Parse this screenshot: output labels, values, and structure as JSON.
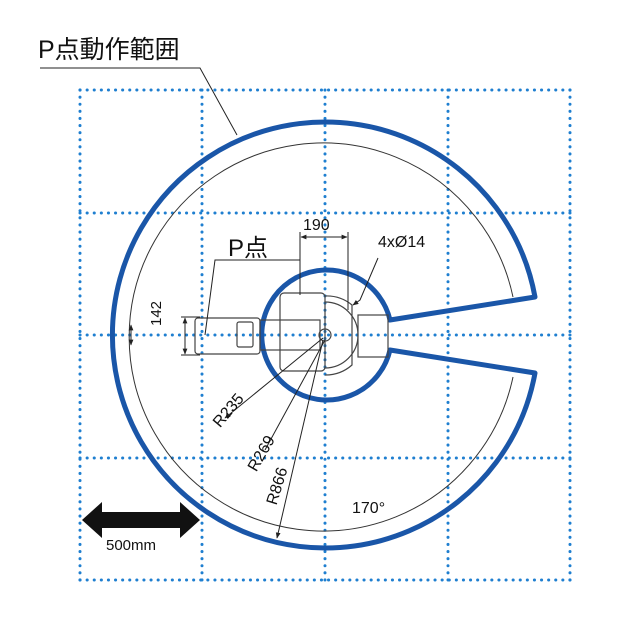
{
  "title": "P点動作範囲",
  "p_point_label": "P点",
  "dims": {
    "width_190": "190",
    "holes": "4xØ14",
    "height_142": "142",
    "r235": "R235",
    "r269": "R269",
    "r866": "R866",
    "angle": "170°"
  },
  "scale_label": "500mm",
  "colors": {
    "range": "#1a56a8",
    "grid": "#1f7fd0",
    "line": "#222222"
  }
}
